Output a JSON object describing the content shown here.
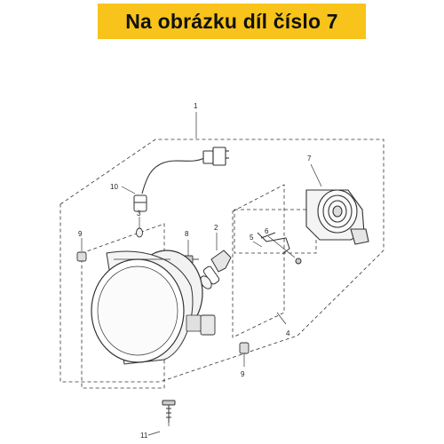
{
  "banner": {
    "text": "Na obrázku díl číslo 7",
    "background": "#f8c31a"
  },
  "diagram": {
    "callouts": [
      "1",
      "2",
      "3",
      "4",
      "5",
      "6",
      "7",
      "8",
      "9",
      "9",
      "10",
      "11"
    ]
  }
}
